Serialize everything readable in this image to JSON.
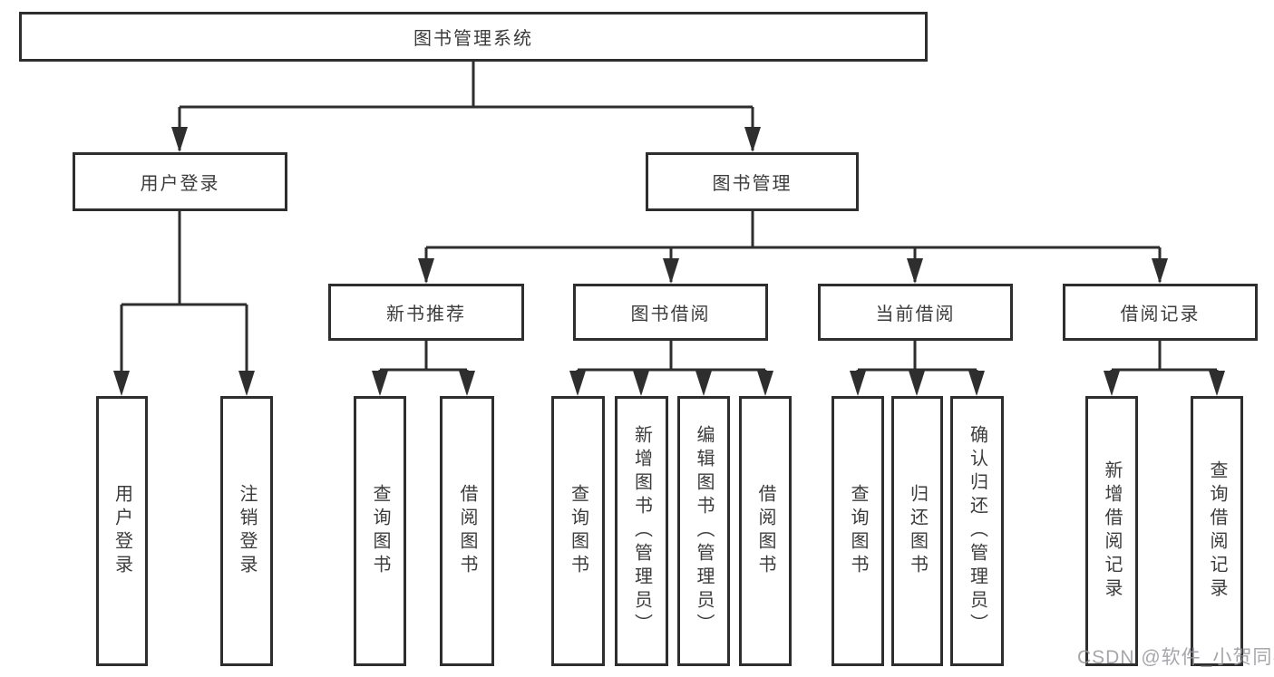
{
  "root": {
    "label": "图书管理系统"
  },
  "login": {
    "label": "用户登录",
    "children": [
      "用户登录",
      "注销登录"
    ]
  },
  "mgmt": {
    "label": "图书管理",
    "groups": [
      {
        "label": "新书推荐",
        "children": [
          "查询图书",
          "借阅图书"
        ]
      },
      {
        "label": "图书借阅",
        "children": [
          "查询图书",
          "新增图书（管理员）",
          "编辑图书（管理员）",
          "借阅图书"
        ]
      },
      {
        "label": "当前借阅",
        "children": [
          "查询图书",
          "归还图书",
          "确认归还（管理员）"
        ]
      },
      {
        "label": "借阅记录",
        "children": [
          "新增借阅记录",
          "查询借阅记录"
        ]
      }
    ]
  },
  "watermark": "CSDN @软件_小贺同学",
  "colors": {
    "line": "#2e2e2e",
    "box_border": "#2e2e2e",
    "text": "#3c3c3c",
    "watermark": "#96969c",
    "background": "#ffffff"
  }
}
